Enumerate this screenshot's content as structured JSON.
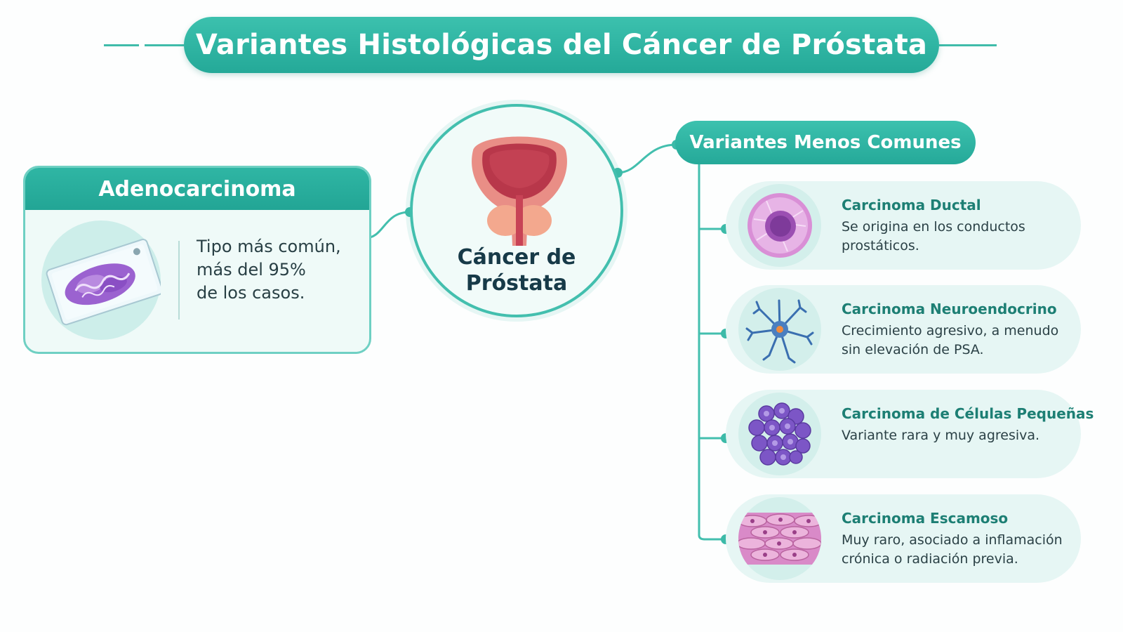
{
  "title": "Variantes Histológicas del Cáncer de Próstata",
  "center": {
    "label": "Cáncer de\nPróstata"
  },
  "adenocarcinoma": {
    "heading": "Adenocarcinoma",
    "description": "Tipo más común,\nmás del 95%\nde los casos."
  },
  "variants": {
    "heading": "Variantes Menos Comunes",
    "items": [
      {
        "name": "Carcinoma Ductal",
        "description": "Se origina en los conductos prostáticos."
      },
      {
        "name": "Carcinoma Neuroendocrino",
        "description": "Crecimiento agresivo, a menudo sin elevación de PSA."
      },
      {
        "name": "Carcinoma de Células Pequeñas",
        "description": "Variante rara y muy agresiva."
      },
      {
        "name": "Carcinoma Escamoso",
        "description": "Muy raro, asociado a inflamación crónica o radiación previa."
      }
    ]
  },
  "colors": {
    "accent": "#2fb6a4",
    "accent_dark": "#1d7f74",
    "card_bg": "#e6f6f4",
    "text_dark": "#173a48"
  },
  "icons": [
    "histology-slide-icon",
    "prostate-bladder-icon",
    "ductal-cell-icon",
    "neuron-cell-icon",
    "small-cell-cluster-icon",
    "squamous-tissue-icon"
  ]
}
